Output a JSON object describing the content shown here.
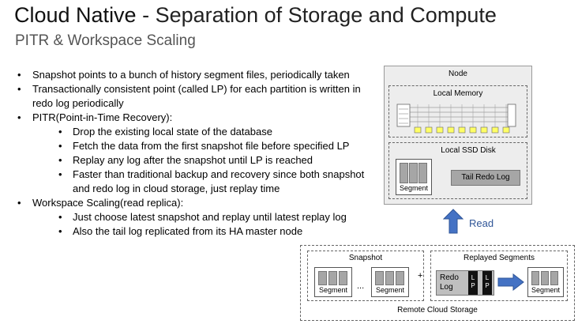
{
  "header": {
    "title_main": "Cloud Native",
    "title_rest": " - Separation of Storage and Compute",
    "subtitle": "PITR & Workspace Scaling"
  },
  "bullets": {
    "b1": "Snapshot points to a bunch of history segment files, periodically taken",
    "b2": "Transactionally consistent point (called LP) for each partition is written in redo log periodically",
    "b3": "PITR(Point-in-Time Recovery):",
    "b3_sub": [
      "Drop the existing local state of the database",
      "Fetch the data from the first snapshot file before specified LP",
      "Replay any log after the snapshot until LP is reached",
      "Faster than traditional backup and recovery since both snapshot and redo log in cloud storage, just replay time"
    ],
    "b4": "Workspace Scaling(read replica):",
    "b4_sub": [
      "Just choose latest snapshot and replay until latest replay log",
      "Also the tail log replicated from its HA master node"
    ]
  },
  "node": {
    "title": "Node",
    "local_memory": "Local Memory",
    "local_ssd": "Local SSD Disk",
    "segment": "Segment",
    "tail_redo": "Tail Redo Log"
  },
  "read_label": "Read",
  "remote": {
    "title": "Remote Cloud Storage",
    "snapshot": "Snapshot",
    "replayed": "Replayed Segments",
    "segment": "Segment",
    "ellipsis": "...",
    "plus": "+",
    "redo_line1": "Redo",
    "redo_line2": "Log",
    "lp_l": "L",
    "lp_p": "P"
  },
  "colors": {
    "bar_gray": "#a6a6a6",
    "node_bg": "#ededed",
    "arrow_blue": "#4472c4",
    "memory_yellow": "#ffff66"
  }
}
